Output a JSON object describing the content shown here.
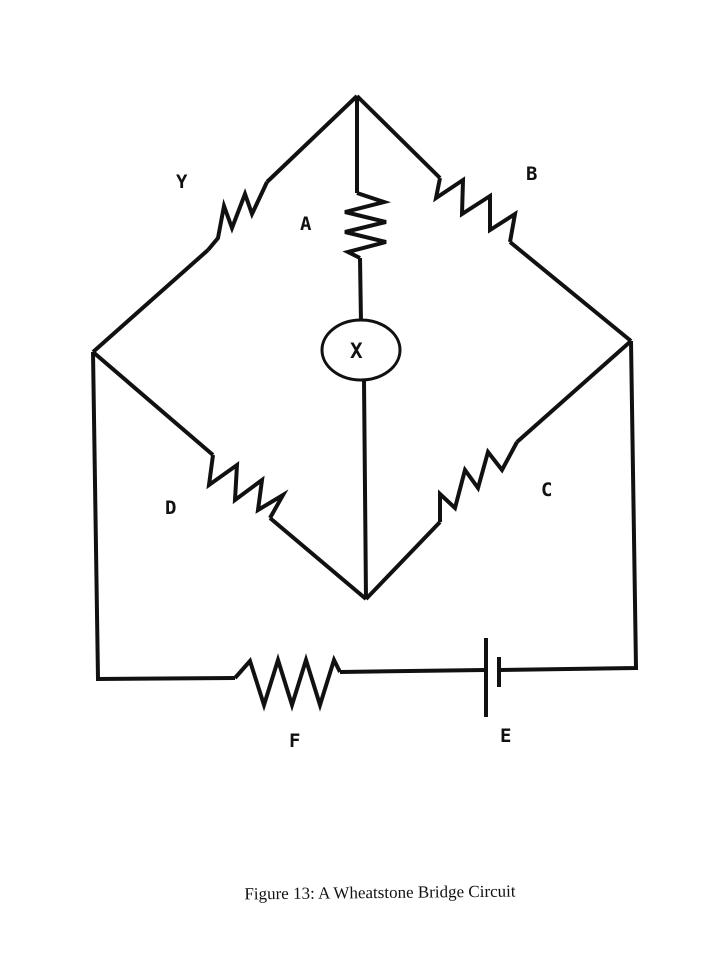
{
  "figure": {
    "caption": "Figure 13:  A Wheatstone Bridge Circuit"
  },
  "labels": {
    "y": "Y",
    "a": "A",
    "b": "B",
    "x": "X",
    "d": "D",
    "c": "C",
    "f": "F",
    "e": "E"
  }
}
